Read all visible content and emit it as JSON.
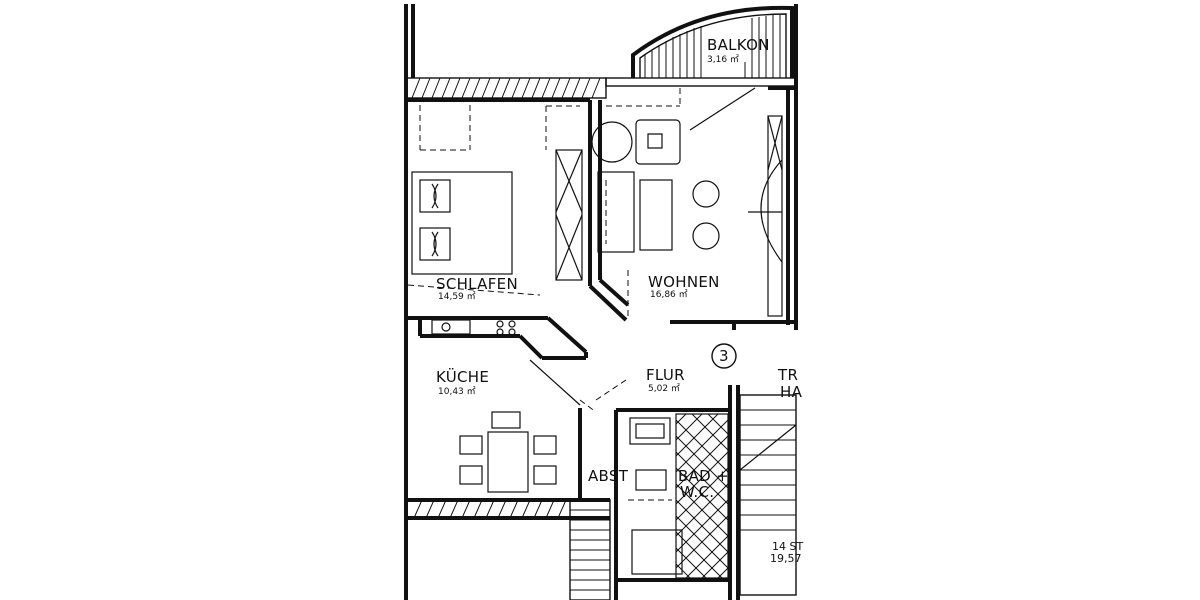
{
  "rooms": {
    "balkon": {
      "name": "BALKON",
      "area": "3,16 ㎡"
    },
    "schlafen": {
      "name": "SCHLAFEN",
      "area": "14,59 ㎡"
    },
    "wohnen": {
      "name": "WOHNEN",
      "area": "16,86 ㎡"
    },
    "kueche": {
      "name": "KÜCHE",
      "area": "10,43 ㎡"
    },
    "flur": {
      "name": "FLUR",
      "area": "5,02 ㎡"
    },
    "abst": {
      "name": "ABST"
    },
    "bad_line1": "BAD +",
    "bad_line2": "W.C.",
    "treppe_line1": "TR",
    "treppe_line2": "HA",
    "stairs_line1": "14 ST",
    "stairs_line2": "19,57"
  },
  "unit_marker": "3"
}
